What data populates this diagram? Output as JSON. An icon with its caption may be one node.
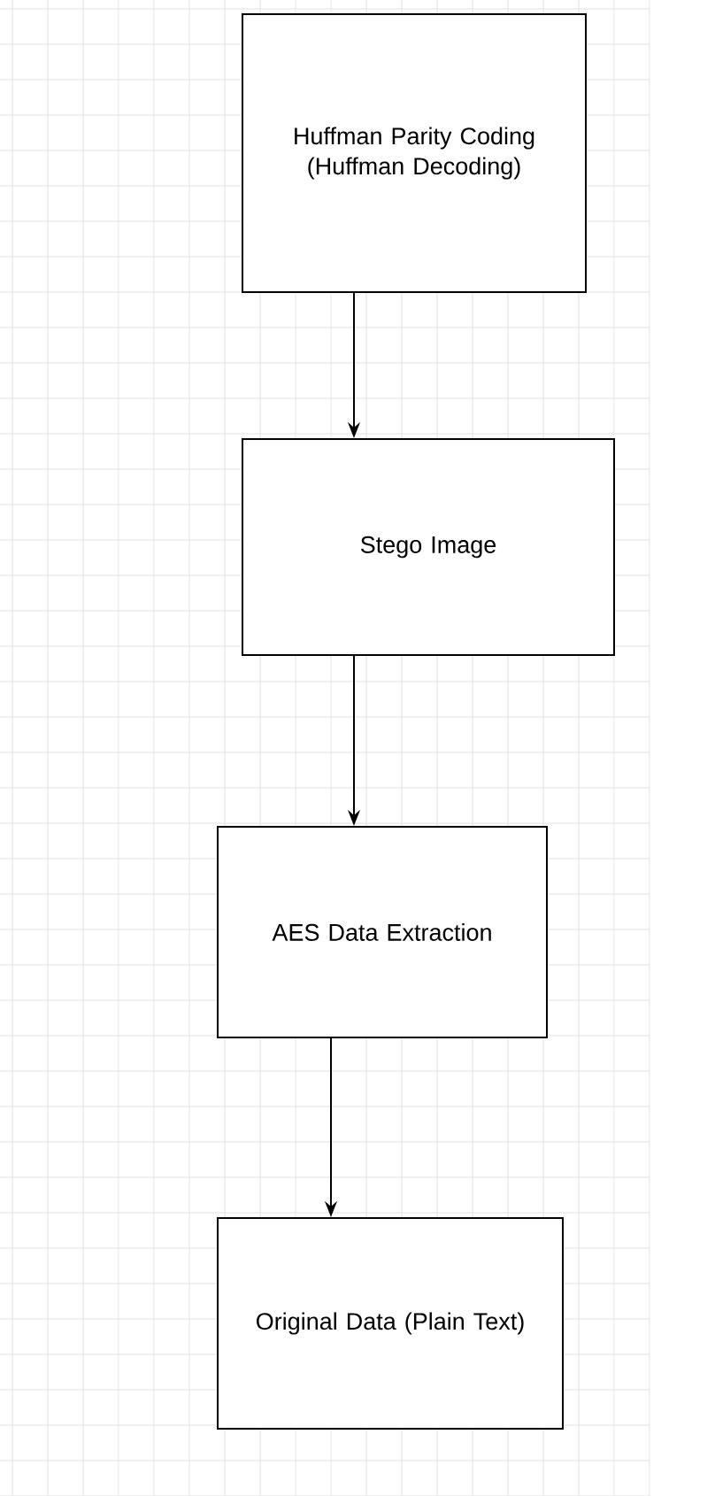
{
  "diagram": {
    "nodes": [
      {
        "text": [
          "Huffman Parity Coding (Huffman Decoding)"
        ]
      },
      {
        "text": [
          "Stego Image"
        ]
      },
      {
        "text": [
          "AES Data Extraction"
        ]
      },
      {
        "text": [
          "Original Data (Plain Text)"
        ]
      }
    ],
    "edges": [
      {
        "from": 0,
        "to": 1,
        "arrow": "to"
      },
      {
        "from": 1,
        "to": 2,
        "arrow": "to"
      },
      {
        "from": 2,
        "to": 3,
        "arrow": "to"
      }
    ]
  }
}
